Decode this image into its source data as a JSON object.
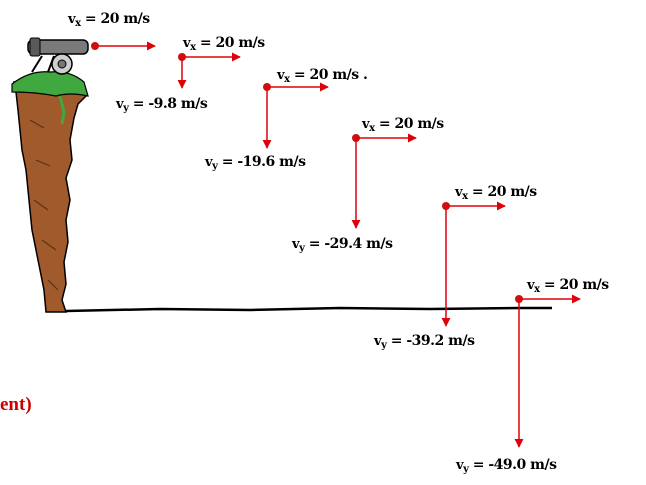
{
  "diagram": {
    "colors": {
      "arrow": "#e0000a",
      "ball": "#cc1010",
      "ink": "#000000",
      "cliff": "#9c5a2e",
      "grass": "#3fa83f",
      "caption": "#cc0000"
    },
    "positions": [
      {
        "vx": "20 m/s",
        "vy": ""
      },
      {
        "vx": "20 m/s",
        "vy": "-9.8 m/s"
      },
      {
        "vx": "20 m/s .",
        "vy": "-19.6 m/s"
      },
      {
        "vx": "20 m/s",
        "vy": "-29.4 m/s"
      },
      {
        "vx": "20 m/s",
        "vy": "-39.2  m/s"
      },
      {
        "vx": "20 m/s",
        "vy": "-49.0 m/s"
      }
    ],
    "symbols": {
      "v": "v",
      "x": "x",
      "y": "y",
      "eq": "="
    },
    "partial_caption": "ent)",
    "icons": [
      "cannon-icon",
      "cliff-icon",
      "ball-icon"
    ]
  }
}
